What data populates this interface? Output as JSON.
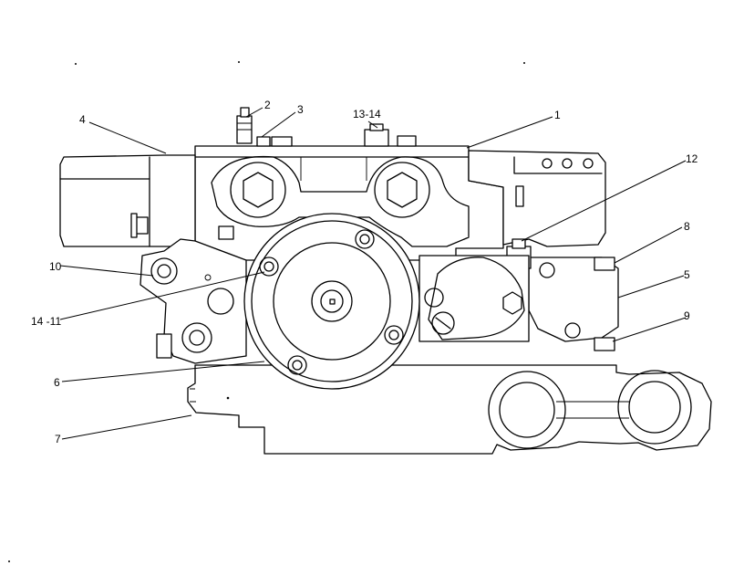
{
  "callouts": [
    {
      "id": "c2",
      "label": "2"
    },
    {
      "id": "c3",
      "label": "3"
    },
    {
      "id": "c13",
      "label": "13-14"
    },
    {
      "id": "c1",
      "label": "1"
    },
    {
      "id": "c4",
      "label": "4"
    },
    {
      "id": "c12",
      "label": "12"
    },
    {
      "id": "c8",
      "label": "8"
    },
    {
      "id": "c5",
      "label": "5"
    },
    {
      "id": "c10",
      "label": "10"
    },
    {
      "id": "c1411",
      "label": "14 -11"
    },
    {
      "id": "c9",
      "label": "9"
    },
    {
      "id": "c6",
      "label": "6"
    },
    {
      "id": "c7",
      "label": "7"
    }
  ]
}
